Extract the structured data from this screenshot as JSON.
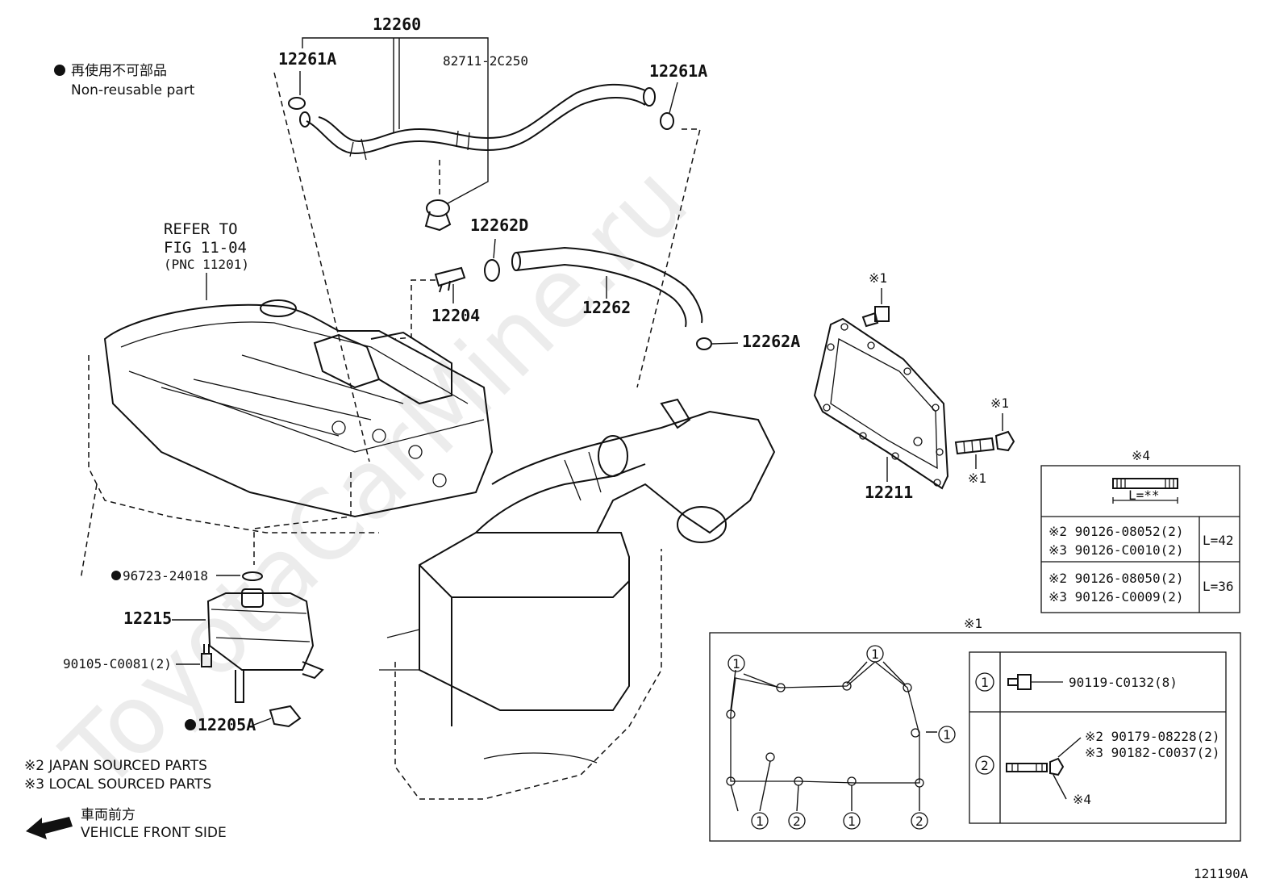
{
  "legend": {
    "nonreusable_jp": "再使用不可部品",
    "nonreusable_en": "Non-reusable part"
  },
  "refer": {
    "line1": "REFER TO",
    "line2": "FIG 11-04",
    "line3": "(PNC 11201)"
  },
  "parts": {
    "p12260": "12260",
    "p12261A_left": "12261A",
    "p82711": "82711-2C250",
    "p12261A_right": "12261A",
    "p12262D": "12262D",
    "p12204": "12204",
    "p12262": "12262",
    "p12262A": "12262A",
    "p96723": "96723-24018",
    "p12215": "12215",
    "p90105": "90105-C0081(2)",
    "p12205A": "12205A",
    "p12211": "12211",
    "mark1_top": "※1",
    "mark1_bolt": "※1",
    "mark1_stud": "※1"
  },
  "notes": {
    "japan": "※2 JAPAN SOURCED PARTS",
    "local": "※3 LOCAL SOURCED PARTS",
    "front_jp": "車両前方",
    "front_en": "VEHICLE FRONT SIDE"
  },
  "stud_table": {
    "header": "※4",
    "length_label": "L=**",
    "rows": [
      {
        "a": "※2 90126-08052(2)",
        "b": "※3 90126-C0010(2)",
        "len": "L=42"
      },
      {
        "a": "※2 90126-08050(2)",
        "b": "※3 90126-C0009(2)",
        "len": "L=36"
      }
    ]
  },
  "detail": {
    "header": "※1",
    "row1_num": "1",
    "row1_part": "90119-C0132(8)",
    "row2_num": "2",
    "row2_part_a": "※2 90179-08228(2)",
    "row2_part_b": "※3 90182-C0037(2)",
    "row2_ref": "※4",
    "callout_1": "1",
    "callout_2": "2"
  },
  "watermark": "ToyotaCarMine.ru",
  "figure_id": "121190A"
}
